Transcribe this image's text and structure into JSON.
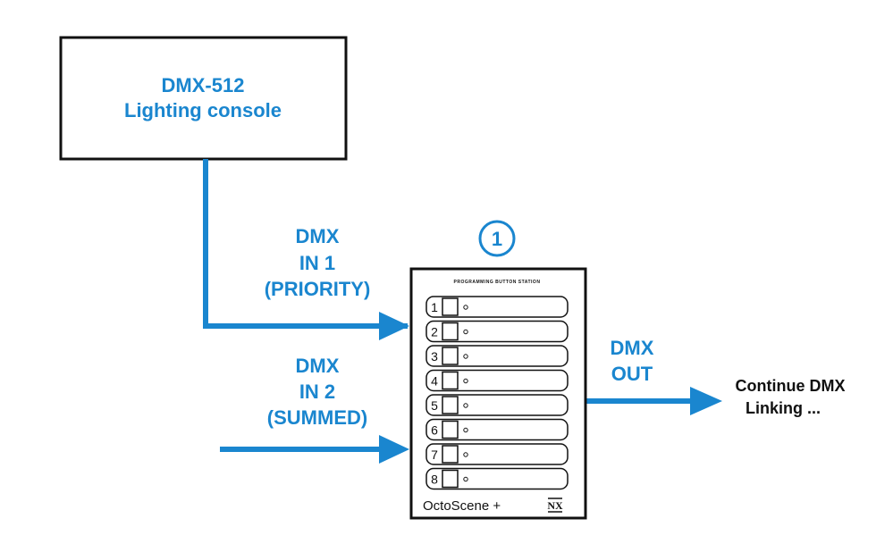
{
  "console": {
    "line1": "DMX-512",
    "line2": "Lighting console"
  },
  "inputs": {
    "in1": [
      "DMX",
      "IN 1",
      "(PRIORITY)"
    ],
    "in2": [
      "DMX",
      "IN 2",
      "(SUMMED)"
    ]
  },
  "output": [
    "DMX",
    "OUT"
  ],
  "continue_text": [
    "Continue DMX",
    "Linking ..."
  ],
  "device": {
    "callout_number": "1",
    "header_text": "PROGRAMMING BUTTON STATION",
    "buttons": [
      "1",
      "2",
      "3",
      "4",
      "5",
      "6",
      "7",
      "8"
    ],
    "brand": "OctoScene +",
    "logo_text": "NX"
  },
  "colors": {
    "accent": "#1a86cf",
    "outline": "#111111",
    "background": "#ffffff"
  }
}
